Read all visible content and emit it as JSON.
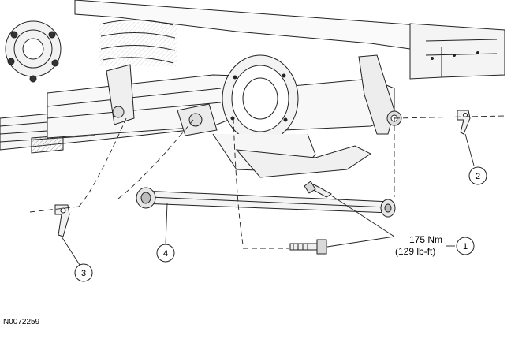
{
  "figure": {
    "callouts": [
      {
        "number": "1",
        "part": "bolt"
      },
      {
        "number": "2",
        "part": "bracket"
      },
      {
        "number": "3",
        "part": "bracket"
      },
      {
        "number": "4",
        "part": "arm"
      }
    ],
    "torque": {
      "metric": "175 Nm",
      "imperial": "(129 lb-ft)"
    },
    "figure_id": "N0072259"
  }
}
